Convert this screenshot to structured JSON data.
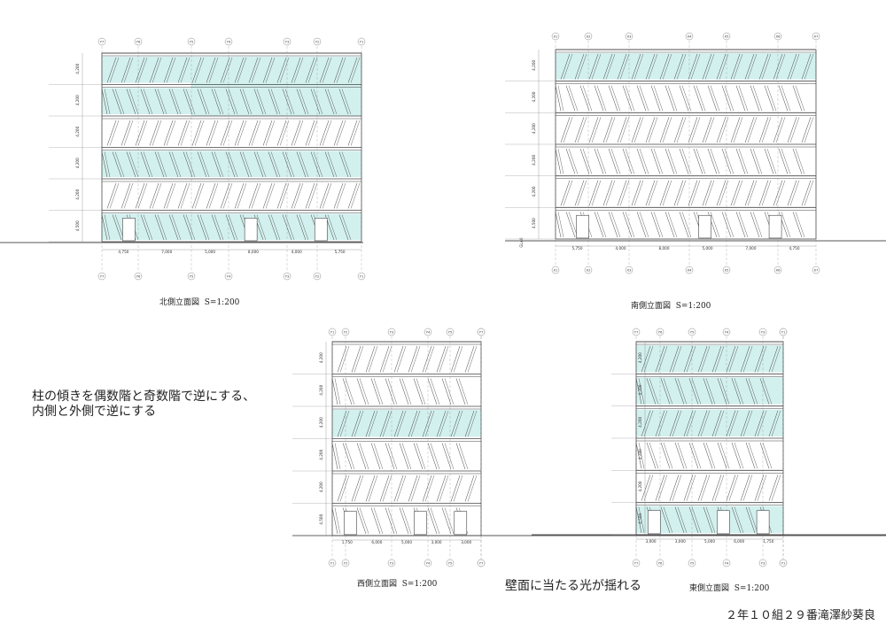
{
  "colors": {
    "glass": "#d2f0ee",
    "line": "#444444",
    "dim": "#888888",
    "ground": "#555555"
  },
  "elevations": [
    {
      "id": "north",
      "title": "北側立面図",
      "scale": "S=1:200",
      "grid_labels": [
        "Y7",
        "Y6",
        "Y5",
        "Y4",
        "Y3",
        "Y2",
        "Y1"
      ],
      "spans": [
        "4,750",
        "7,000",
        "5,000",
        "8,000",
        "4,000",
        "5,750"
      ],
      "floor_heights": [
        "4,500",
        "4,200",
        "4,200",
        "4,200",
        "4,200",
        "4,200"
      ]
    },
    {
      "id": "south",
      "title": "南側立面図",
      "scale": "S=1:200",
      "grid_labels": [
        "X1",
        "X2",
        "X3",
        "X4",
        "X5",
        "X6",
        "X7"
      ],
      "spans": [
        "5,750",
        "4,000",
        "8,000",
        "5,000",
        "7,000",
        "4,750"
      ],
      "floor_heights": [
        "4,500",
        "4,200",
        "4,200",
        "4,200",
        "4,200",
        "4,200"
      ],
      "ground_level": "GL±0"
    },
    {
      "id": "west",
      "title": "西側立面図",
      "scale": "S=1:200",
      "grid_labels": [
        "Y1",
        "Y2",
        "Y3",
        "Y4",
        "Y5",
        "Y6",
        "Y7"
      ],
      "spans": [
        "1,750",
        "6,000",
        "5,000",
        "3,000",
        "3,000"
      ],
      "floor_heights": [
        "4,500",
        "4,200",
        "4,200",
        "4,200",
        "4,200",
        "4,200"
      ]
    },
    {
      "id": "east",
      "title": "東側立面図",
      "scale": "S=1:200",
      "grid_labels": [
        "Y7",
        "Y6",
        "Y5",
        "Y4",
        "Y3",
        "Y2",
        "Y1"
      ],
      "spans": [
        "3,000",
        "3,000",
        "5,000",
        "6,000",
        "1,750"
      ],
      "floor_heights": [
        "4,500",
        "4,200",
        "4,200",
        "4,200",
        "4,200",
        "4,200"
      ]
    }
  ],
  "notes": {
    "column_tilt": "柱の傾きを偶数階と奇数階で逆にする、\n内側と外側で逆にする",
    "wall_light": "壁面に当たる光が揺れる"
  },
  "credit": "２年１０組２９番滝澤紗葵良"
}
